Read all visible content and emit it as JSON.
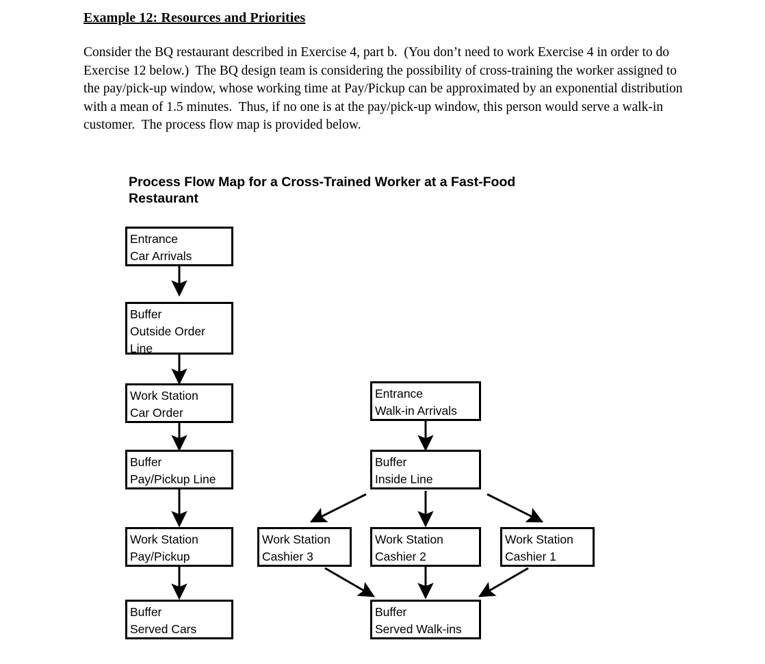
{
  "document": {
    "heading": "Example 12: Resources and Priorities",
    "paragraph": "Consider the BQ restaurant described in Exercise 4, part b.  (You don’t need to work Exercise 4 in order to do Exercise 12 below.)  The BQ design team is considering the possibility of cross-training the worker assigned to the pay/pick-up window, whose working time at Pay/Pickup can be approximated by an exponential distribution with a mean of 1.5 minutes.  Thus, if no one is at the pay/pick-up window, this person would serve a walk-in customer.  The process flow map is provided below."
  },
  "diagram": {
    "title": "Process Flow Map for a Cross-Trained Worker at a Fast-Food Restaurant",
    "stroke_color": "#000000",
    "fill_color": "#ffffff",
    "nodes": [
      {
        "id": "entrance-car-arrivals",
        "type": "Entrance",
        "lines": [
          "Entrance",
          "Car Arrivals"
        ]
      },
      {
        "id": "buffer-outside-order-line",
        "type": "Buffer",
        "lines": [
          "Buffer",
          "Outside Order",
          "Line"
        ]
      },
      {
        "id": "work-station-car-order",
        "type": "Work Station",
        "lines": [
          "Work Station",
          "Car Order"
        ]
      },
      {
        "id": "buffer-pay-pickup-line",
        "type": "Buffer",
        "lines": [
          "Buffer",
          "Pay/Pickup Line"
        ]
      },
      {
        "id": "work-station-pay-pickup",
        "type": "Work Station",
        "lines": [
          "Work Station",
          "Pay/Pickup"
        ]
      },
      {
        "id": "buffer-served-cars",
        "type": "Buffer",
        "lines": [
          "Buffer",
          "Served Cars"
        ]
      },
      {
        "id": "entrance-walk-in-arrivals",
        "type": "Entrance",
        "lines": [
          "Entrance",
          "Walk-in Arrivals"
        ]
      },
      {
        "id": "buffer-inside-line",
        "type": "Buffer",
        "lines": [
          "Buffer",
          "Inside Line"
        ]
      },
      {
        "id": "work-station-cashier-3",
        "type": "Work Station",
        "lines": [
          "Work Station",
          "Cashier 3"
        ]
      },
      {
        "id": "work-station-cashier-2",
        "type": "Work Station",
        "lines": [
          "Work Station",
          "Cashier 2"
        ]
      },
      {
        "id": "work-station-cashier-1",
        "type": "Work Station",
        "lines": [
          "Work Station",
          "Cashier 1"
        ]
      },
      {
        "id": "buffer-served-walk-ins",
        "type": "Buffer",
        "lines": [
          "Buffer",
          "Served Walk-ins"
        ]
      }
    ],
    "edges": [
      {
        "from": "entrance-car-arrivals",
        "to": "buffer-outside-order-line"
      },
      {
        "from": "buffer-outside-order-line",
        "to": "work-station-car-order"
      },
      {
        "from": "work-station-car-order",
        "to": "buffer-pay-pickup-line"
      },
      {
        "from": "buffer-pay-pickup-line",
        "to": "work-station-pay-pickup"
      },
      {
        "from": "work-station-pay-pickup",
        "to": "buffer-served-cars"
      },
      {
        "from": "entrance-walk-in-arrivals",
        "to": "buffer-inside-line"
      },
      {
        "from": "buffer-inside-line",
        "to": "work-station-cashier-3"
      },
      {
        "from": "buffer-inside-line",
        "to": "work-station-cashier-2"
      },
      {
        "from": "buffer-inside-line",
        "to": "work-station-cashier-1"
      },
      {
        "from": "work-station-cashier-3",
        "to": "buffer-served-walk-ins"
      },
      {
        "from": "work-station-cashier-2",
        "to": "buffer-served-walk-ins"
      },
      {
        "from": "work-station-cashier-1",
        "to": "buffer-served-walk-ins"
      }
    ]
  }
}
